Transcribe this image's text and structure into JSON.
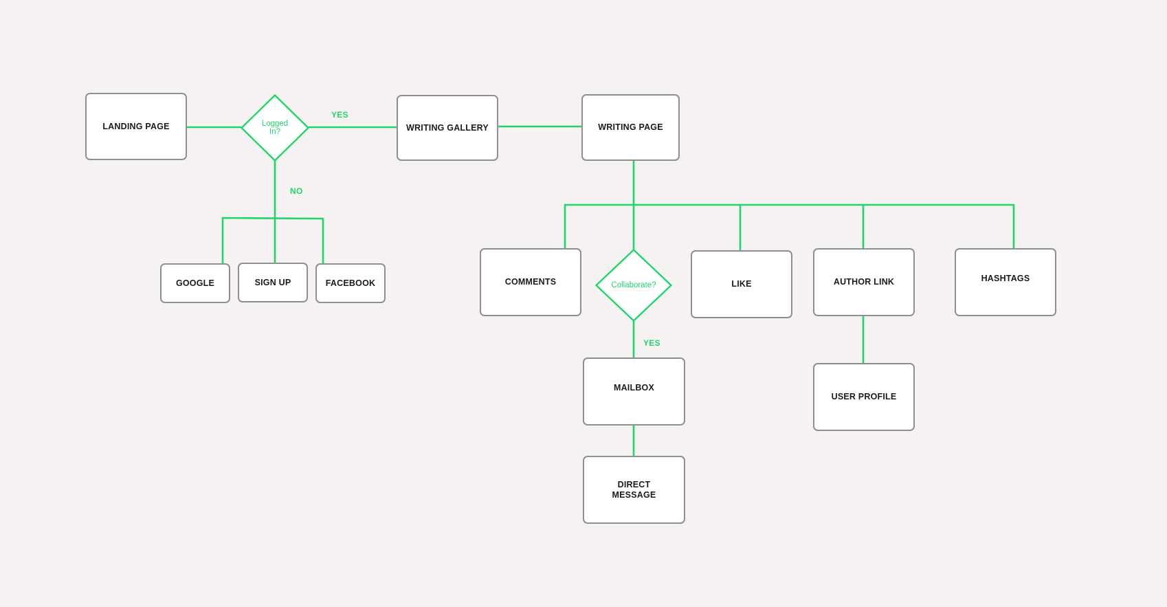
{
  "nodes": {
    "landing_page": "LANDING PAGE",
    "writing_gallery": "WRITING GALLERY",
    "writing_page": "WRITING PAGE",
    "google": "GOOGLE",
    "sign_up": "SIGN UP",
    "facebook": "FACEBOOK",
    "comments": "COMMENTS",
    "like": "LIKE",
    "author_link": "AUTHOR LINK",
    "hashtags": "HASHTAGS",
    "mailbox": "MAILBOX",
    "direct_message": "DIRECT\nMESSAGE",
    "user_profile": "USER PROFILE"
  },
  "decisions": {
    "logged_in": "Logged\nIn?",
    "collaborate": "Collaborate?"
  },
  "edge_labels": {
    "logged_in_yes": "YES",
    "logged_in_no": "NO",
    "collaborate_yes": "YES"
  },
  "colors": {
    "connector": "#1fd66e",
    "node_border": "#8f8f8f",
    "node_fill": "#ffffff",
    "background": "#f6f2f1",
    "node_text": "#1b1b1b"
  }
}
